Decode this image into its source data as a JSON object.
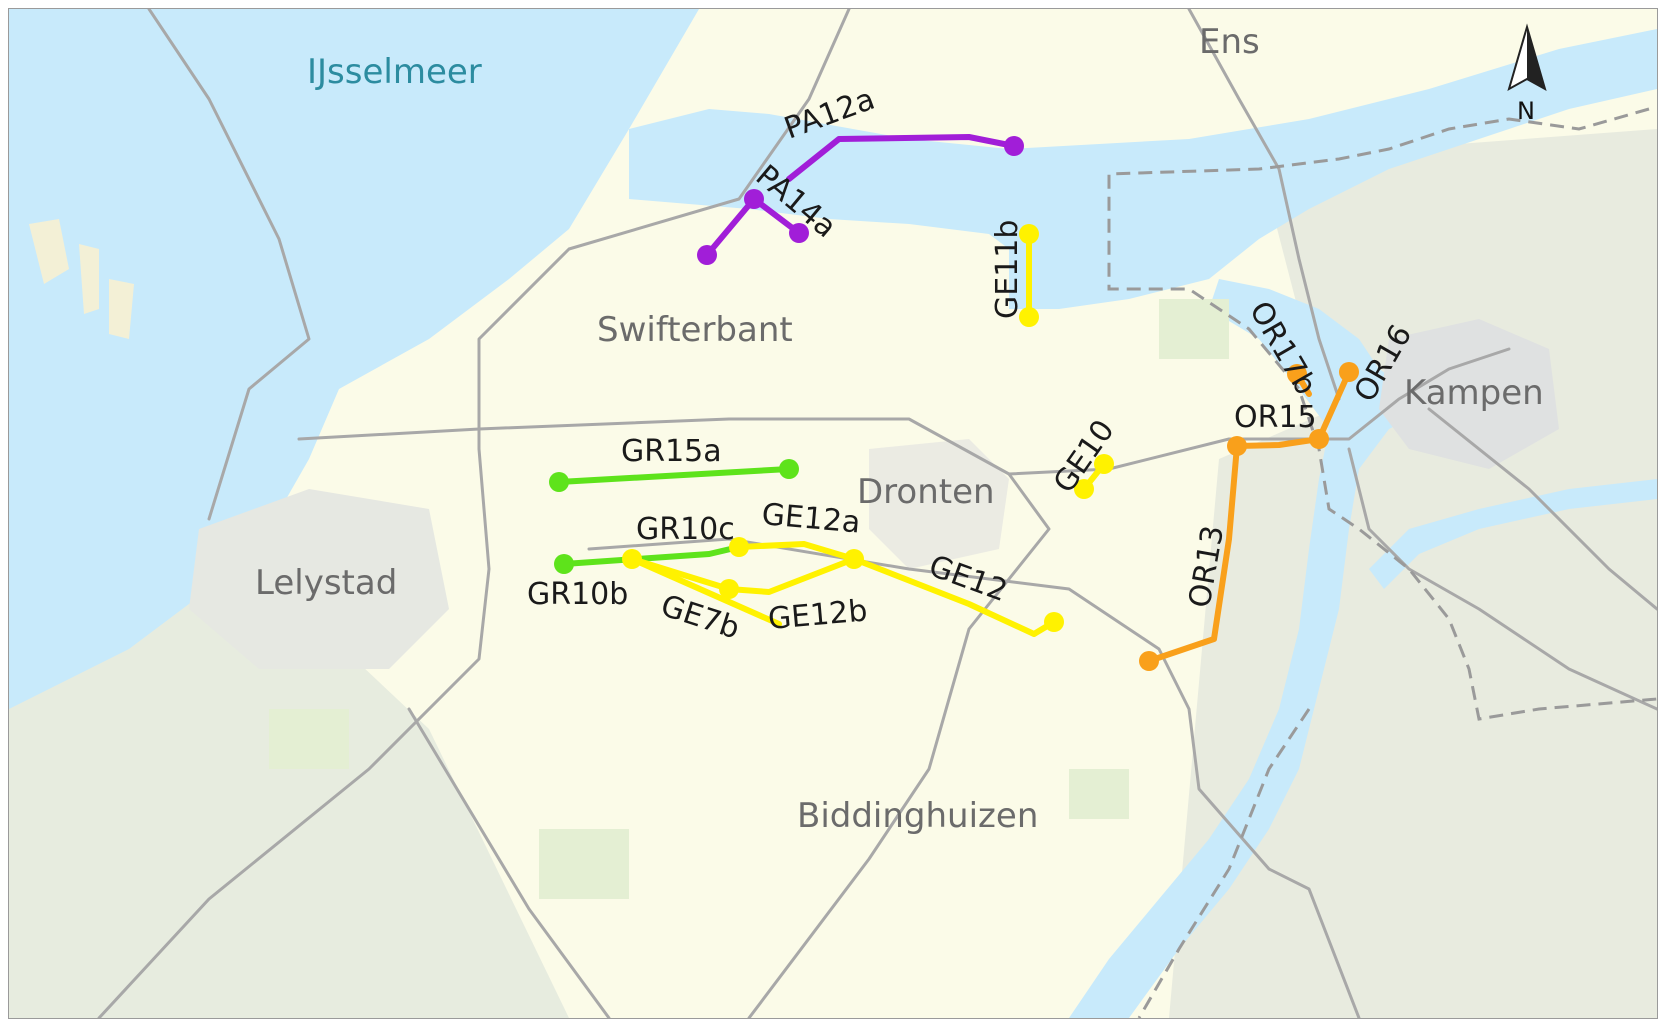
{
  "places": {
    "ijsselmeer": "IJsselmeer",
    "ens": "Ens",
    "swifterbant": "Swifterbant",
    "kampen": "Kampen",
    "dronten": "Dronten",
    "lelystad": "Lelystad",
    "biddinghuizen": "Biddinghuizen"
  },
  "routes": {
    "pa12a": "PA12a",
    "pa14a": "PA14a",
    "ge11b": "GE11b",
    "or17b": "OR17b",
    "or16": "OR16",
    "or15": "OR15",
    "or13": "OR13",
    "ge10": "GE10",
    "gr15a": "GR15a",
    "gr10c": "GR10c",
    "gr10b": "GR10b",
    "ge12a": "GE12a",
    "ge12b": "GE12b",
    "ge7b": "GE7b",
    "ge12": "GE12"
  },
  "north_arrow": "N",
  "colors": {
    "purple": "#a11ed8",
    "yellow": "#fff200",
    "green": "#5ee31b",
    "orange": "#f9a01b",
    "water": "#c8eafb",
    "land": "#fbfbe8"
  }
}
